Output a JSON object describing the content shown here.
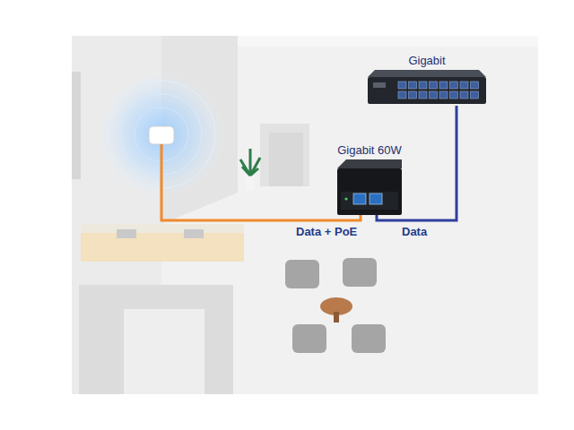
{
  "diagram": {
    "nodes": [
      {
        "text": [
          "Gigabit"
        ]
      },
      {
        "text": [
          "Gigabit 60W"
        ]
      }
    ],
    "edges": [
      {
        "from": 1,
        "to": 0,
        "arrow": "none",
        "label": "Data"
      }
    ],
    "labels": [
      "Data + PoE"
    ]
  }
}
